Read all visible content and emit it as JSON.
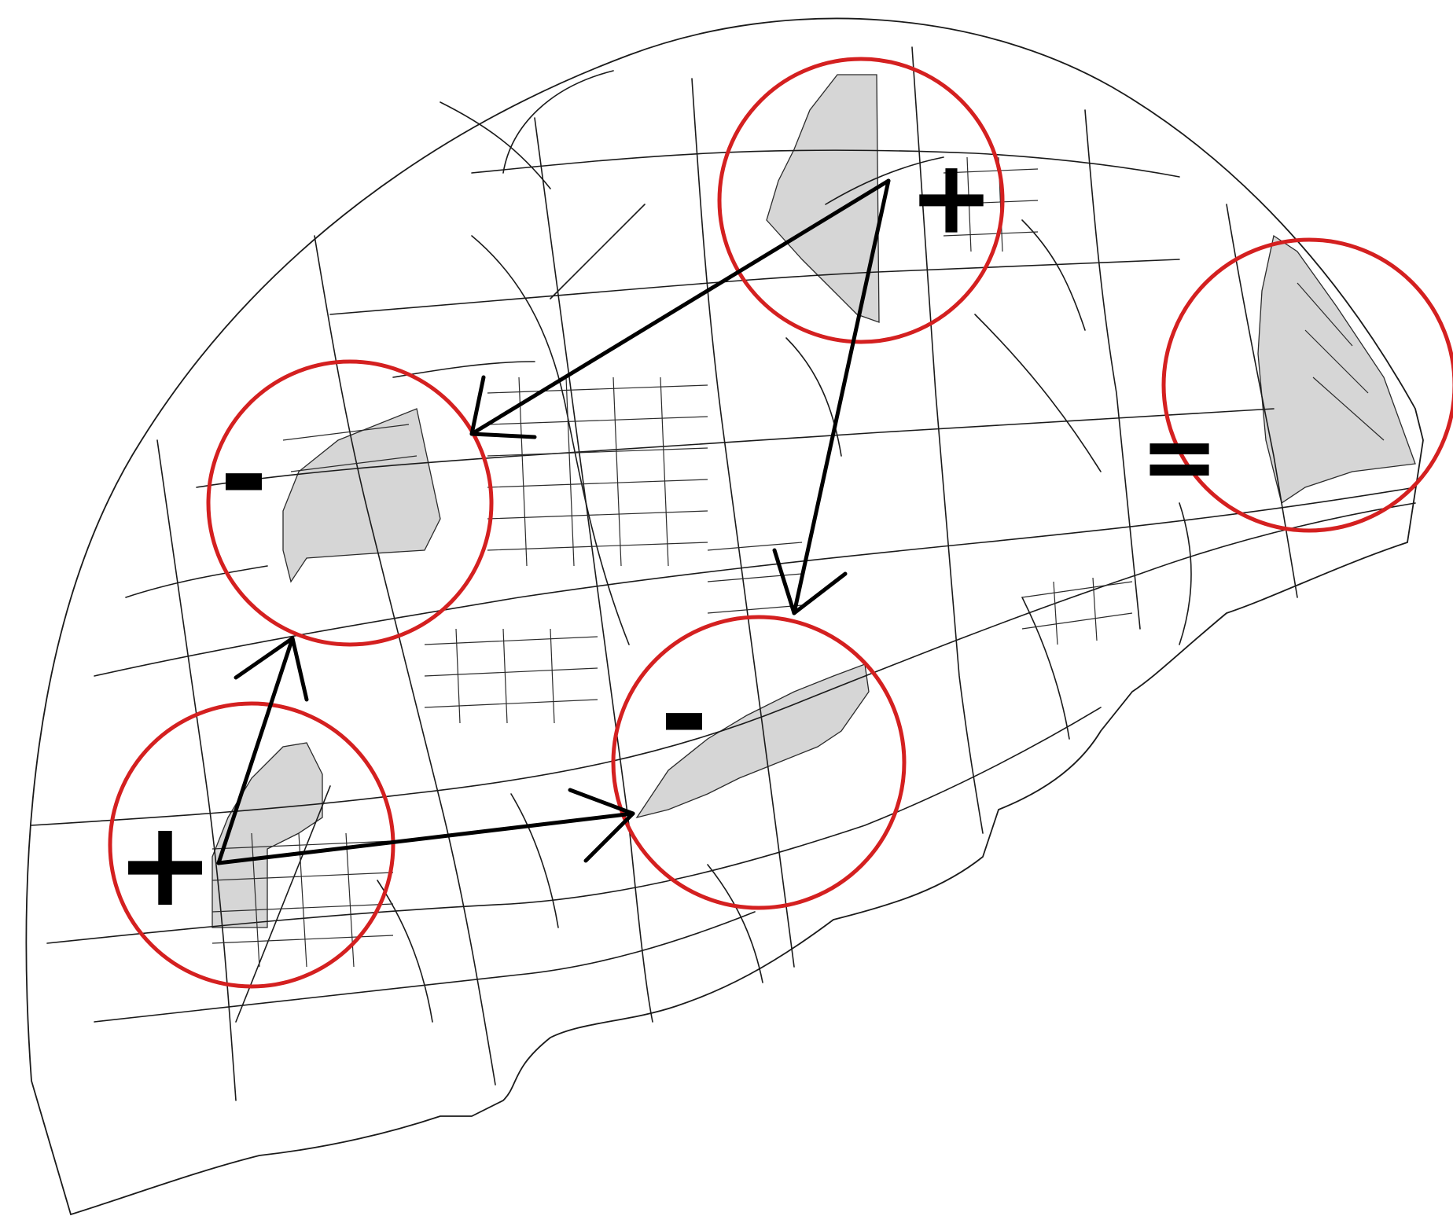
{
  "map": {
    "colors": {
      "ring": "#d42020",
      "zone": "#d6d6d6",
      "roads": "#1a1a1a",
      "arrows": "#000000",
      "background": "#ffffff"
    },
    "markers": [
      {
        "id": "north",
        "sign": "+"
      },
      {
        "id": "east",
        "sign": "="
      },
      {
        "id": "west",
        "sign": "-"
      },
      {
        "id": "center-south",
        "sign": "-"
      },
      {
        "id": "south-west",
        "sign": "+"
      }
    ],
    "flows": [
      {
        "from": "north",
        "to": "west"
      },
      {
        "from": "north",
        "to": "center-south"
      },
      {
        "from": "south-west",
        "to": "west"
      },
      {
        "from": "south-west",
        "to": "center-south"
      }
    ]
  }
}
